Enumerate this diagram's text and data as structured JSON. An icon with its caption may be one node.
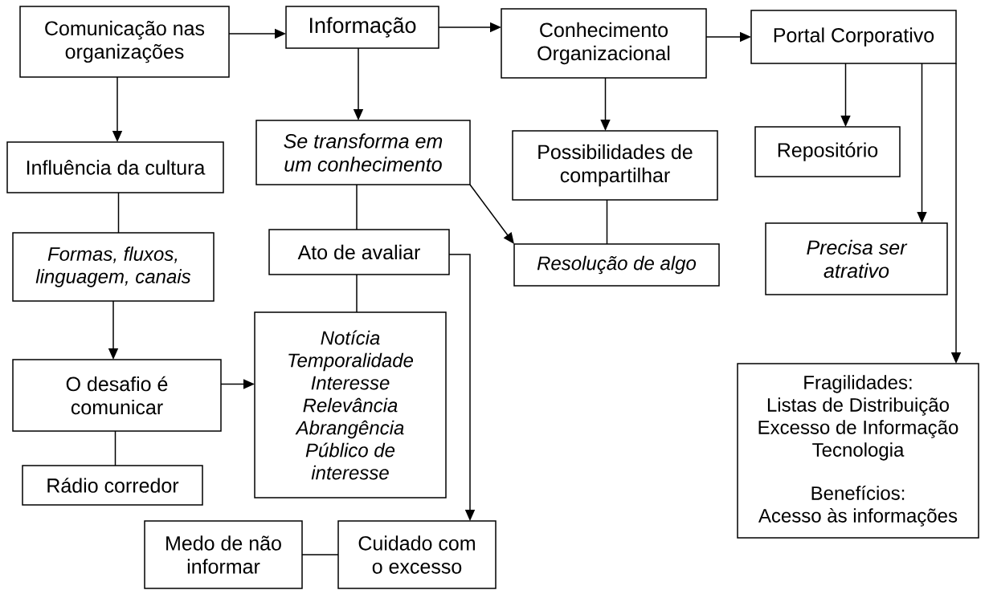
{
  "diagram": {
    "nodes": [
      {
        "text": [
          "Comunicação nas organizações"
        ]
      },
      {
        "text": [
          "Informação"
        ]
      },
      {
        "text": [
          "Conhecimento Organizacional"
        ]
      },
      {
        "text": [
          "Portal Corporativo"
        ]
      },
      {
        "text": [
          "Influência da cultura"
        ]
      },
      {
        "text": [
          "Se transforma em um conhecimento"
        ]
      },
      {
        "text": [
          "Possibilidades de compartilhar"
        ]
      },
      {
        "text": [
          "Repositório"
        ]
      },
      {
        "text": [
          "Formas, fluxos, linguagem, canais"
        ]
      },
      {
        "text": [
          "Ato de avaliar"
        ]
      },
      {
        "text": [
          "Resolução de algo"
        ]
      },
      {
        "text": [
          "Precisa ser atrativo"
        ]
      },
      {
        "text": [
          "O desafio é comunicar"
        ]
      },
      {
        "text": [
          "Notícia",
          "Temporalidade",
          "Interesse",
          "Relevância",
          "Abrangência",
          "Público de interesse"
        ]
      },
      {
        "text": [
          "Fragilidades:",
          "Listas de Distribuição",
          "Excesso de Informação",
          "Tecnologia",
          "Benefícios:",
          "Acesso às informações"
        ]
      },
      {
        "text": [
          "Rádio corredor"
        ]
      },
      {
        "text": [
          "Medo de não informar"
        ]
      },
      {
        "text": [
          "Cuidado com o excesso"
        ]
      }
    ],
    "edges": [
      {
        "from": 0,
        "to": 1,
        "arrow": "to"
      },
      {
        "from": 1,
        "to": 2,
        "arrow": "to"
      },
      {
        "from": 2,
        "to": 3,
        "arrow": "to"
      },
      {
        "from": 0,
        "to": 4,
        "arrow": "to"
      },
      {
        "from": 1,
        "to": 5,
        "arrow": "to"
      },
      {
        "from": 2,
        "to": 6,
        "arrow": "to"
      },
      {
        "from": 3,
        "to": 7,
        "arrow": "to"
      },
      {
        "from": 3,
        "to": 11,
        "arrow": "to"
      },
      {
        "from": 3,
        "to": 14,
        "arrow": "to"
      },
      {
        "from": 4,
        "to": 8,
        "arrow": "none"
      },
      {
        "from": 5,
        "to": 9,
        "arrow": "none"
      },
      {
        "from": 5,
        "to": 10,
        "arrow": "to"
      },
      {
        "from": 6,
        "to": 10,
        "arrow": "none"
      },
      {
        "from": 8,
        "to": 12,
        "arrow": "to"
      },
      {
        "from": 9,
        "to": 13,
        "arrow": "none"
      },
      {
        "from": 9,
        "to": 17,
        "arrow": "to"
      },
      {
        "from": 12,
        "to": 13,
        "arrow": "to"
      },
      {
        "from": 12,
        "to": 15,
        "arrow": "none"
      },
      {
        "from": 16,
        "to": 17,
        "arrow": "none"
      }
    ]
  }
}
